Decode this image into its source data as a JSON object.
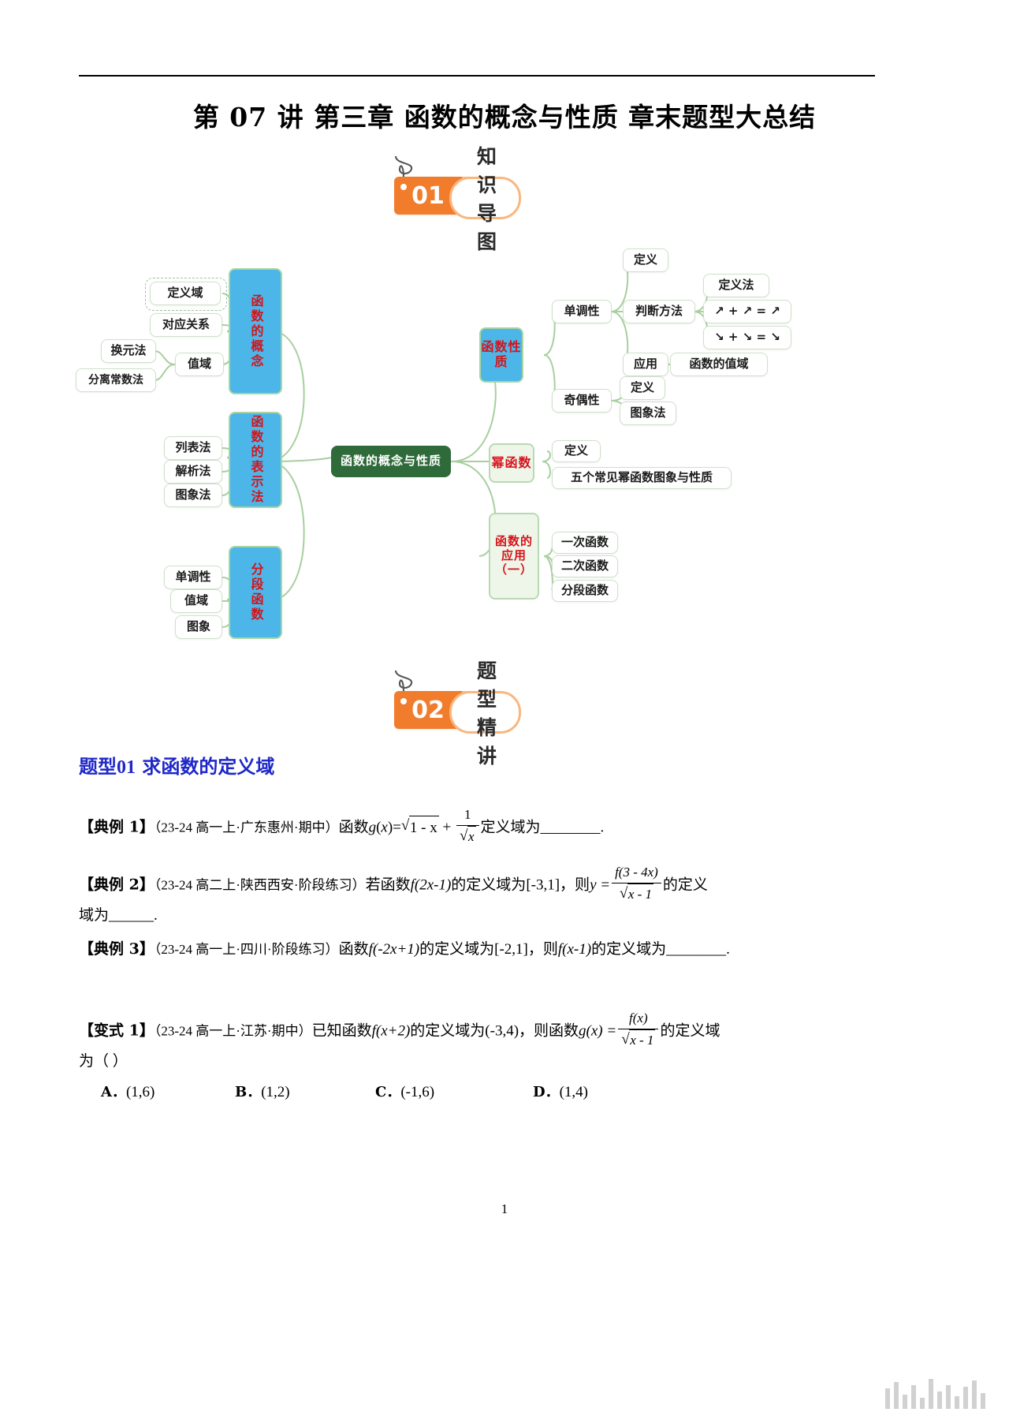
{
  "document": {
    "title": "第 07 讲 第三章 函数的概念与性质 章末题型大总结",
    "page_number": "1"
  },
  "sections": [
    {
      "number": "01",
      "label": "知识导图"
    },
    {
      "number": "02",
      "label": "题型精讲"
    }
  ],
  "mindmap": {
    "center": "函数的概念与性质",
    "branches": {
      "concept": {
        "title": "函数的概念",
        "children": [
          "定义域",
          "对应关系",
          "值域"
        ],
        "grandchildren": [
          "换元法",
          "分离常数法"
        ],
        "selected": "定义域"
      },
      "representation": {
        "title": "函数的表示法",
        "children": [
          "列表法",
          "解析法",
          "图象法"
        ]
      },
      "piecewise": {
        "title": "分段函数",
        "children": [
          "单调性",
          "值域",
          "图象"
        ]
      },
      "properties": {
        "title": "函数性质",
        "monotonic": {
          "title": "单调性",
          "children": [
            "定义",
            "判断方法",
            "应用"
          ],
          "method_children": [
            "定义法",
            "↗ + ↗ = ↗",
            "↘ + ↘ = ↘"
          ],
          "application_children": [
            "函数的值域"
          ]
        },
        "parity": {
          "title": "奇偶性",
          "children": [
            "定义",
            "图象法"
          ]
        }
      },
      "power": {
        "title": "幂函数",
        "children": [
          "定义",
          "五个常见幂函数图象与性质"
        ]
      },
      "application": {
        "title": "函数的应用（一）",
        "children": [
          "一次函数",
          "二次函数",
          "分段函数"
        ]
      }
    },
    "colors": {
      "center_fill": "#2f6b3a",
      "blue_fill": "#4cb6e8",
      "blue_text": "#d5131a",
      "green_fill": "#eef6ea",
      "line": "#a8cf9f"
    }
  },
  "question_type": {
    "heading_prefix": "题型",
    "heading_number": "01",
    "heading_title": "求函数的定义域",
    "color": "#1f27c8"
  },
  "problems": [
    {
      "label": "【典例 1】",
      "source": "（23-24 高一上·广东惠州·期中）",
      "lead": "函数",
      "fn": "g",
      "expr_pre": "1 - x",
      "expr_den": "x",
      "tail": "定义域为",
      "blank": "________",
      "period": "."
    },
    {
      "label": "【典例 2】",
      "source": "（23-24 高二上·陕西西安·阶段练习）",
      "line1_a": "若函数",
      "line1_b": "f(2x-1)",
      "line1_c": "的定义域为",
      "line1_d": "[-3,1]",
      "line1_e": "，则",
      "line1_f": "y =",
      "num": "f(3 - 4x)",
      "den": "x - 1",
      "line1_g": "的定义",
      "line2": "域为",
      "blank": "______",
      "period": "."
    },
    {
      "label": "【典例 3】",
      "source": "（23-24 高一上·四川·阶段练习）",
      "a": "函数",
      "b": "f(-2x+1)",
      "c": "的定义域为",
      "d": "[-2,1]",
      "e": "，则",
      "f": "f(x-1)",
      "g": "的定义域为",
      "blank": "________",
      "period": "."
    },
    {
      "label": "【变式 1】",
      "source": "（23-24 高一上·江苏·期中）",
      "a": "已知函数",
      "b": "f(x+2)",
      "c": "的定义域为",
      "d": "(-3,4)",
      "e": "，则函数",
      "f": "g(x) =",
      "num": "f(x)",
      "den": "x - 1",
      "g": "的定义域",
      "line2": "为（    ）",
      "options": [
        {
          "letter": "A．",
          "value": "(1,6)"
        },
        {
          "letter": "B．",
          "value": "(1,2)"
        },
        {
          "letter": "C．",
          "value": "(-1,6)"
        },
        {
          "letter": "D．",
          "value": "(1,4)"
        }
      ]
    }
  ]
}
